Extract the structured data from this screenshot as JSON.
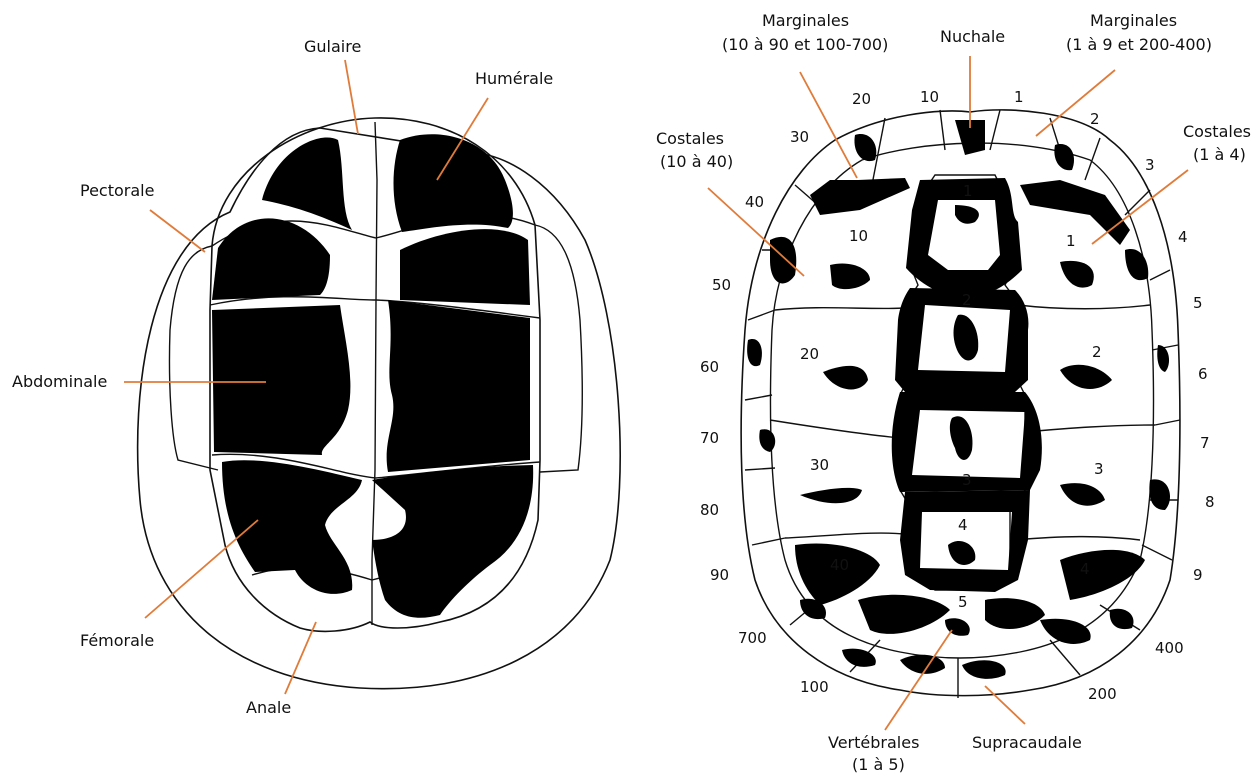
{
  "plastron": {
    "labels": {
      "gulaire": "Gulaire",
      "humerale": "Humérale",
      "pectorale": "Pectorale",
      "abdominale": "Abdominale",
      "femorale": "Fémorale",
      "anale": "Anale"
    }
  },
  "carapace": {
    "labels": {
      "marginales_left_1": "Marginales",
      "marginales_left_2": "(10 à 90 et 100-700)",
      "nuchale": "Nuchale",
      "marginales_right_1": "Marginales",
      "marginales_right_2": "(1 à 9 et 200-400)",
      "costales_left_1": "Costales",
      "costales_left_2": "(10 à 40)",
      "costales_right_1": "Costales",
      "costales_right_2": "(1 à 4)",
      "vertebrales_1": "Vertébrales",
      "vertebrales_2": "(1 à 5)",
      "supracaudale": "Supracaudale"
    },
    "marginal_numbers_left": [
      "10",
      "20",
      "30",
      "40",
      "50",
      "60",
      "70",
      "80",
      "90",
      "700",
      "100"
    ],
    "marginal_numbers_right": [
      "1",
      "2",
      "3",
      "4",
      "5",
      "6",
      "7",
      "8",
      "9",
      "400",
      "200"
    ],
    "costal_numbers_left": [
      "10",
      "20",
      "30",
      "40"
    ],
    "costal_numbers_right": [
      "1",
      "2",
      "3",
      "4"
    ],
    "vertebral_numbers": [
      "1",
      "2",
      "3",
      "4",
      "5"
    ]
  },
  "colors": {
    "leader": "#E07B39",
    "ink": "#111111",
    "fill": "#000000"
  }
}
